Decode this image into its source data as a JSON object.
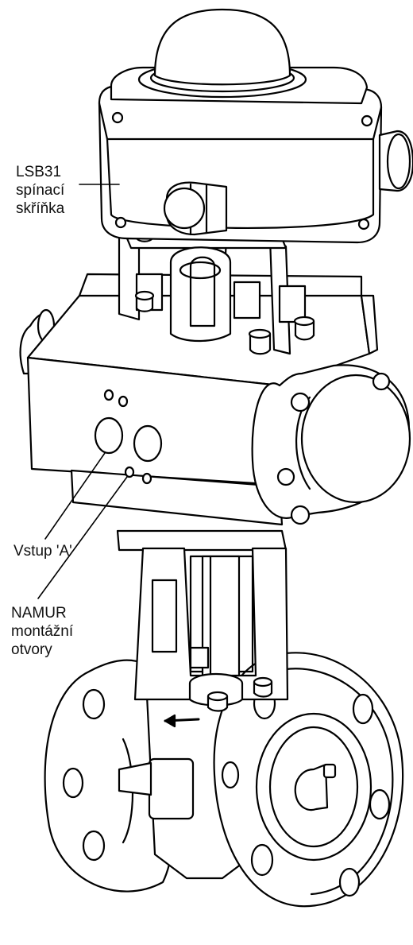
{
  "labels": {
    "switchbox": {
      "line1": "LSB31",
      "line2": "spínací",
      "line3": "skříňka"
    },
    "input": {
      "line1": "Vstup 'A'"
    },
    "namur": {
      "line1": "NAMUR",
      "line2": "montážní",
      "line3": "otvory"
    }
  },
  "colors": {
    "stroke": "#000000",
    "fill": "#ffffff",
    "shade": "#d9d9d9",
    "text": "#111111"
  }
}
